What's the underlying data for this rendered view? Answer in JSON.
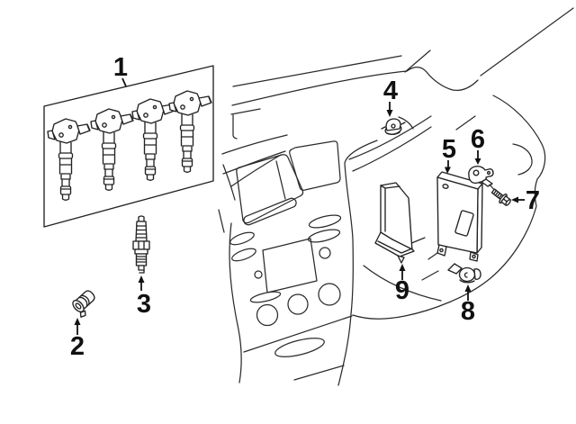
{
  "diagram": {
    "background": "#ffffff",
    "line_color": "#2b2b2b",
    "label_color": "#111111"
  },
  "callouts": [
    {
      "label": "1"
    },
    {
      "label": "2"
    },
    {
      "label": "3"
    },
    {
      "label": "4"
    },
    {
      "label": "5"
    },
    {
      "label": "6"
    },
    {
      "label": "7"
    },
    {
      "label": "8"
    },
    {
      "label": "9"
    }
  ]
}
